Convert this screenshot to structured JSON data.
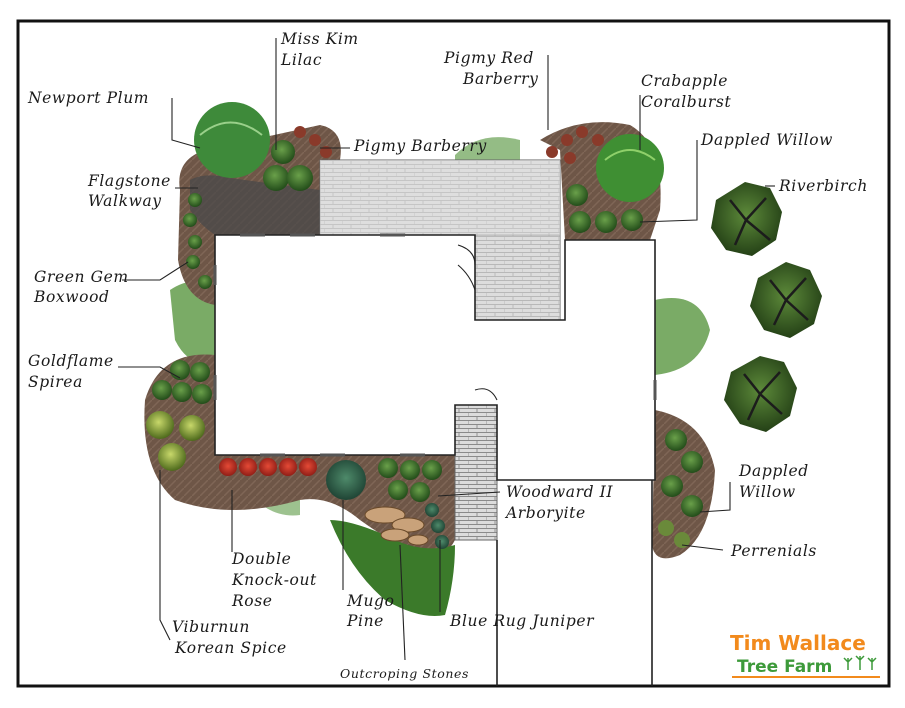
{
  "labels": {
    "miss_kim_lilac": [
      "Miss Kim",
      "Lilac"
    ],
    "newport_plum": [
      "Newport Plum"
    ],
    "pigmy_red_barberry": [
      "Pigmy Red",
      "Barberry"
    ],
    "pigmy_barberry": [
      "Pigmy Barberry"
    ],
    "crabapple_coralburst": [
      "Crabapple",
      "Coralburst"
    ],
    "dappled_willow_top": [
      "Dappled Willow"
    ],
    "riverbirch": [
      "Riverbirch"
    ],
    "flagstone_walkway": [
      "Flagstone",
      "Walkway"
    ],
    "green_gem_boxwood": [
      "Green Gem",
      "Boxwood"
    ],
    "goldflame_spirea": [
      "Goldflame",
      "Spirea"
    ],
    "dappled_willow_right": [
      "Dappled",
      "Willow"
    ],
    "woodward_arborvite": [
      "Woodward II",
      "Arboryite"
    ],
    "perrenials": [
      "Perrenials"
    ],
    "double_knockout_rose": [
      "Double",
      "Knock-out",
      "Rose"
    ],
    "mugo_pine": [
      "Mugo",
      "Pine"
    ],
    "blue_rug_juniper": [
      "Blue Rug Juniper"
    ],
    "viburnum": [
      "Viburnun",
      "Korean Spice"
    ],
    "outcroping_stones": [
      "Outcroping Stones"
    ]
  },
  "brand": {
    "line1": "Tim Wallace",
    "line2": "Tree Farm"
  },
  "colors": {
    "frame": "#111111",
    "house": "#ffffff",
    "bed_soil": "#6e5647",
    "shrub_green": "#3f7a2e",
    "tree_dark": "#3b5a23",
    "grass": "#4d8f33",
    "rose": "#c8322a",
    "patio": "#dcdcdc",
    "brand_orange": "#f28a1c",
    "brand_green": "#3d9a3a"
  }
}
